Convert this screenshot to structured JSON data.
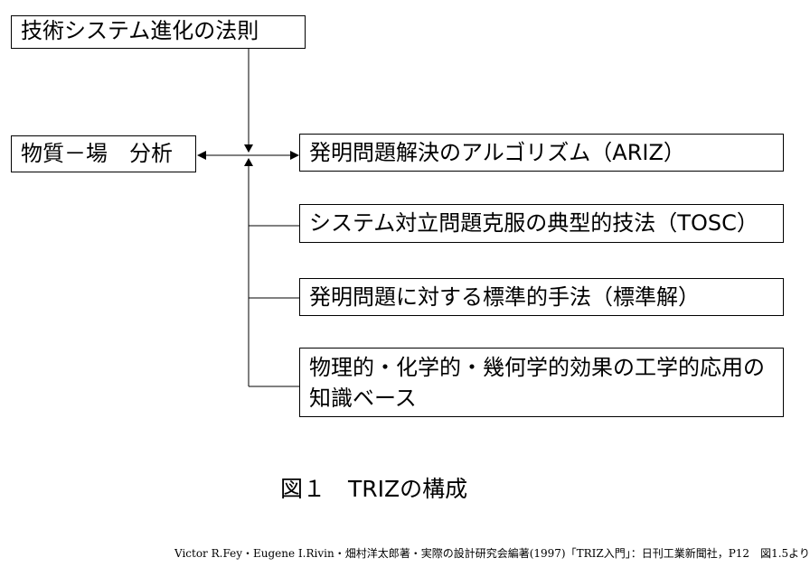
{
  "title_box": "技術システム進化の法則",
  "left_box": "物質－場　分析",
  "right_boxes": [
    "発明問題解決のアルゴリズム（ARIZ）",
    "システム対立問題克服の典型的技法（TOSC）",
    "発明問題に対する標準的手法（標準解）",
    "物理的・化学的・幾何学的効果の工学的応用の知識ベース"
  ],
  "caption": "図１　TRIZの構成",
  "footer": "Victor R.Fey・Eugene I.Rivin・畑村洋太郎著・実際の設計研究会編著(1997)「TRIZ入門」：日刊工業新聞社，P12　図1.5より"
}
